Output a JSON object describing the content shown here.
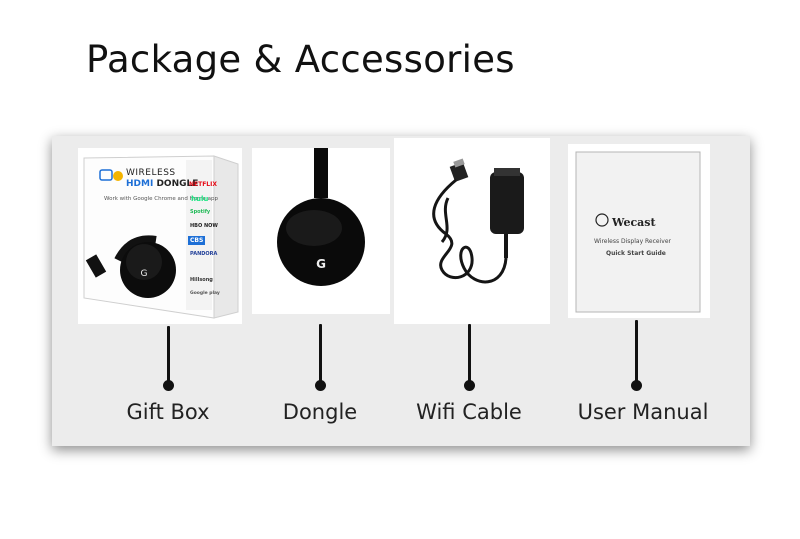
{
  "heading": "Package & Accessories",
  "products": {
    "gift_box": {
      "caption": "Gift Box",
      "box_title_line1": "WIRELESS",
      "box_title_hdmi": "HDMI",
      "box_title_dongle": " DONGLE",
      "box_subtitle": "Work with Google Chrome and Home app",
      "brands": [
        "NETFLIX",
        "hulu",
        "Spotify",
        "HBO NOW",
        "CBS",
        "PANDORA",
        "Hillsong",
        "Google play"
      ]
    },
    "dongle": {
      "caption": "Dongle"
    },
    "wifi_cable": {
      "caption": "Wifi Cable"
    },
    "user_manual": {
      "caption": "User Manual",
      "brand": "Wecast",
      "line1": "Wireless Display Receiver",
      "line2": "Quick Start Guide"
    }
  },
  "colors": {
    "panel_bg": "#ececec",
    "brand_blue": "#1d6fd6",
    "netflix_red": "#e50914",
    "hulu_green": "#1ce783"
  }
}
